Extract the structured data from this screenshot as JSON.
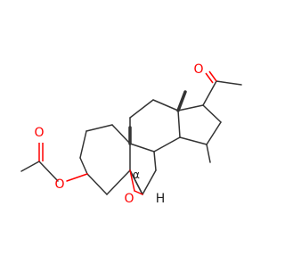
{
  "molecule": {
    "atom_labels": {
      "ketone_oxygen": "O",
      "ester_oxygen": "O",
      "ester_carbonyl_oxygen": "O",
      "epoxide_oxygen": "O",
      "h6": "H"
    },
    "stereo_marks": {
      "c5": "α"
    },
    "colors": {
      "oxygen": "#ff0000",
      "bond": "#333333",
      "text_dark": "#222222"
    }
  }
}
